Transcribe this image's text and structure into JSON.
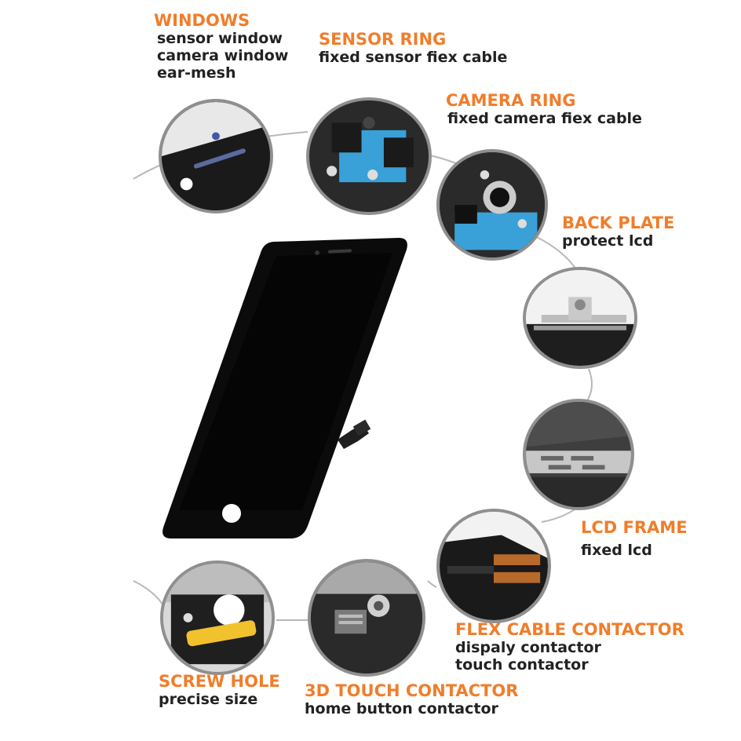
{
  "colors": {
    "accent": "#f07d2b",
    "text": "#222222",
    "circle_border": "#8f8f8f",
    "connector": "#b8b8b8",
    "phone_body": "#0b0b0b"
  },
  "callouts": {
    "windows": {
      "title": "WINDOWS",
      "lines": [
        "sensor window",
        "camera window",
        "ear-mesh"
      ],
      "icon": "earpiece-closeup-icon"
    },
    "sensor_ring": {
      "title": "SENSOR RING",
      "lines": [
        "fixed sensor fiex cable"
      ],
      "icon": "sensor-ring-closeup-icon"
    },
    "camera_ring": {
      "title": "CAMERA RING",
      "lines": [
        "fixed camera fiex cable"
      ],
      "icon": "camera-ring-closeup-icon"
    },
    "back_plate": {
      "title": "BACK PLATE",
      "lines": [
        "protect lcd"
      ],
      "icon": "back-plate-closeup-icon"
    },
    "lcd_frame": {
      "title": "LCD FRAME",
      "lines": [
        "fixed lcd"
      ],
      "icon": "lcd-frame-closeup-icon"
    },
    "flex_cable": {
      "title": "FLEX CABLE CONTACTOR",
      "lines": [
        "dispaly contactor",
        "touch contactor"
      ],
      "icon": "flex-cable-closeup-icon"
    },
    "screw_hole": {
      "title": "SCREW HOLE",
      "lines": [
        "precise size"
      ],
      "icon": "screw-hole-closeup-icon"
    },
    "touch_contactor": {
      "title": "3D TOUCH CONTACTOR",
      "lines": [
        "home button contactor"
      ],
      "icon": "touch-contactor-closeup-icon"
    }
  }
}
